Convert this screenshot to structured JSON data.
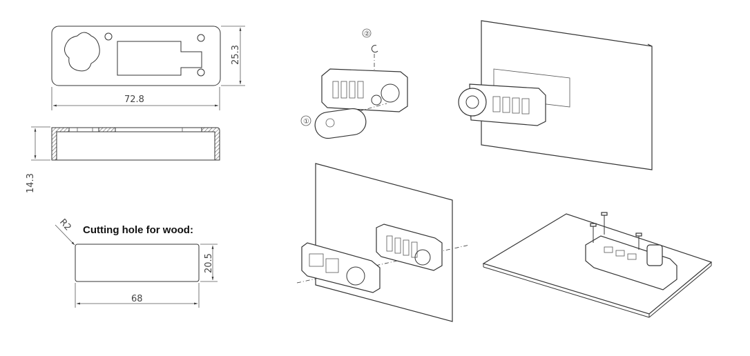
{
  "top_view": {
    "width_dim": "72.8",
    "height_dim": "25.3"
  },
  "side_view": {
    "height_dim": "14.3"
  },
  "cutting_hole": {
    "title": "Cutting hole for wood:",
    "radius": "R2",
    "width_dim": "68",
    "height_dim": "20.5"
  },
  "steps": {
    "step1_marker": "①",
    "step2_marker": "②"
  }
}
